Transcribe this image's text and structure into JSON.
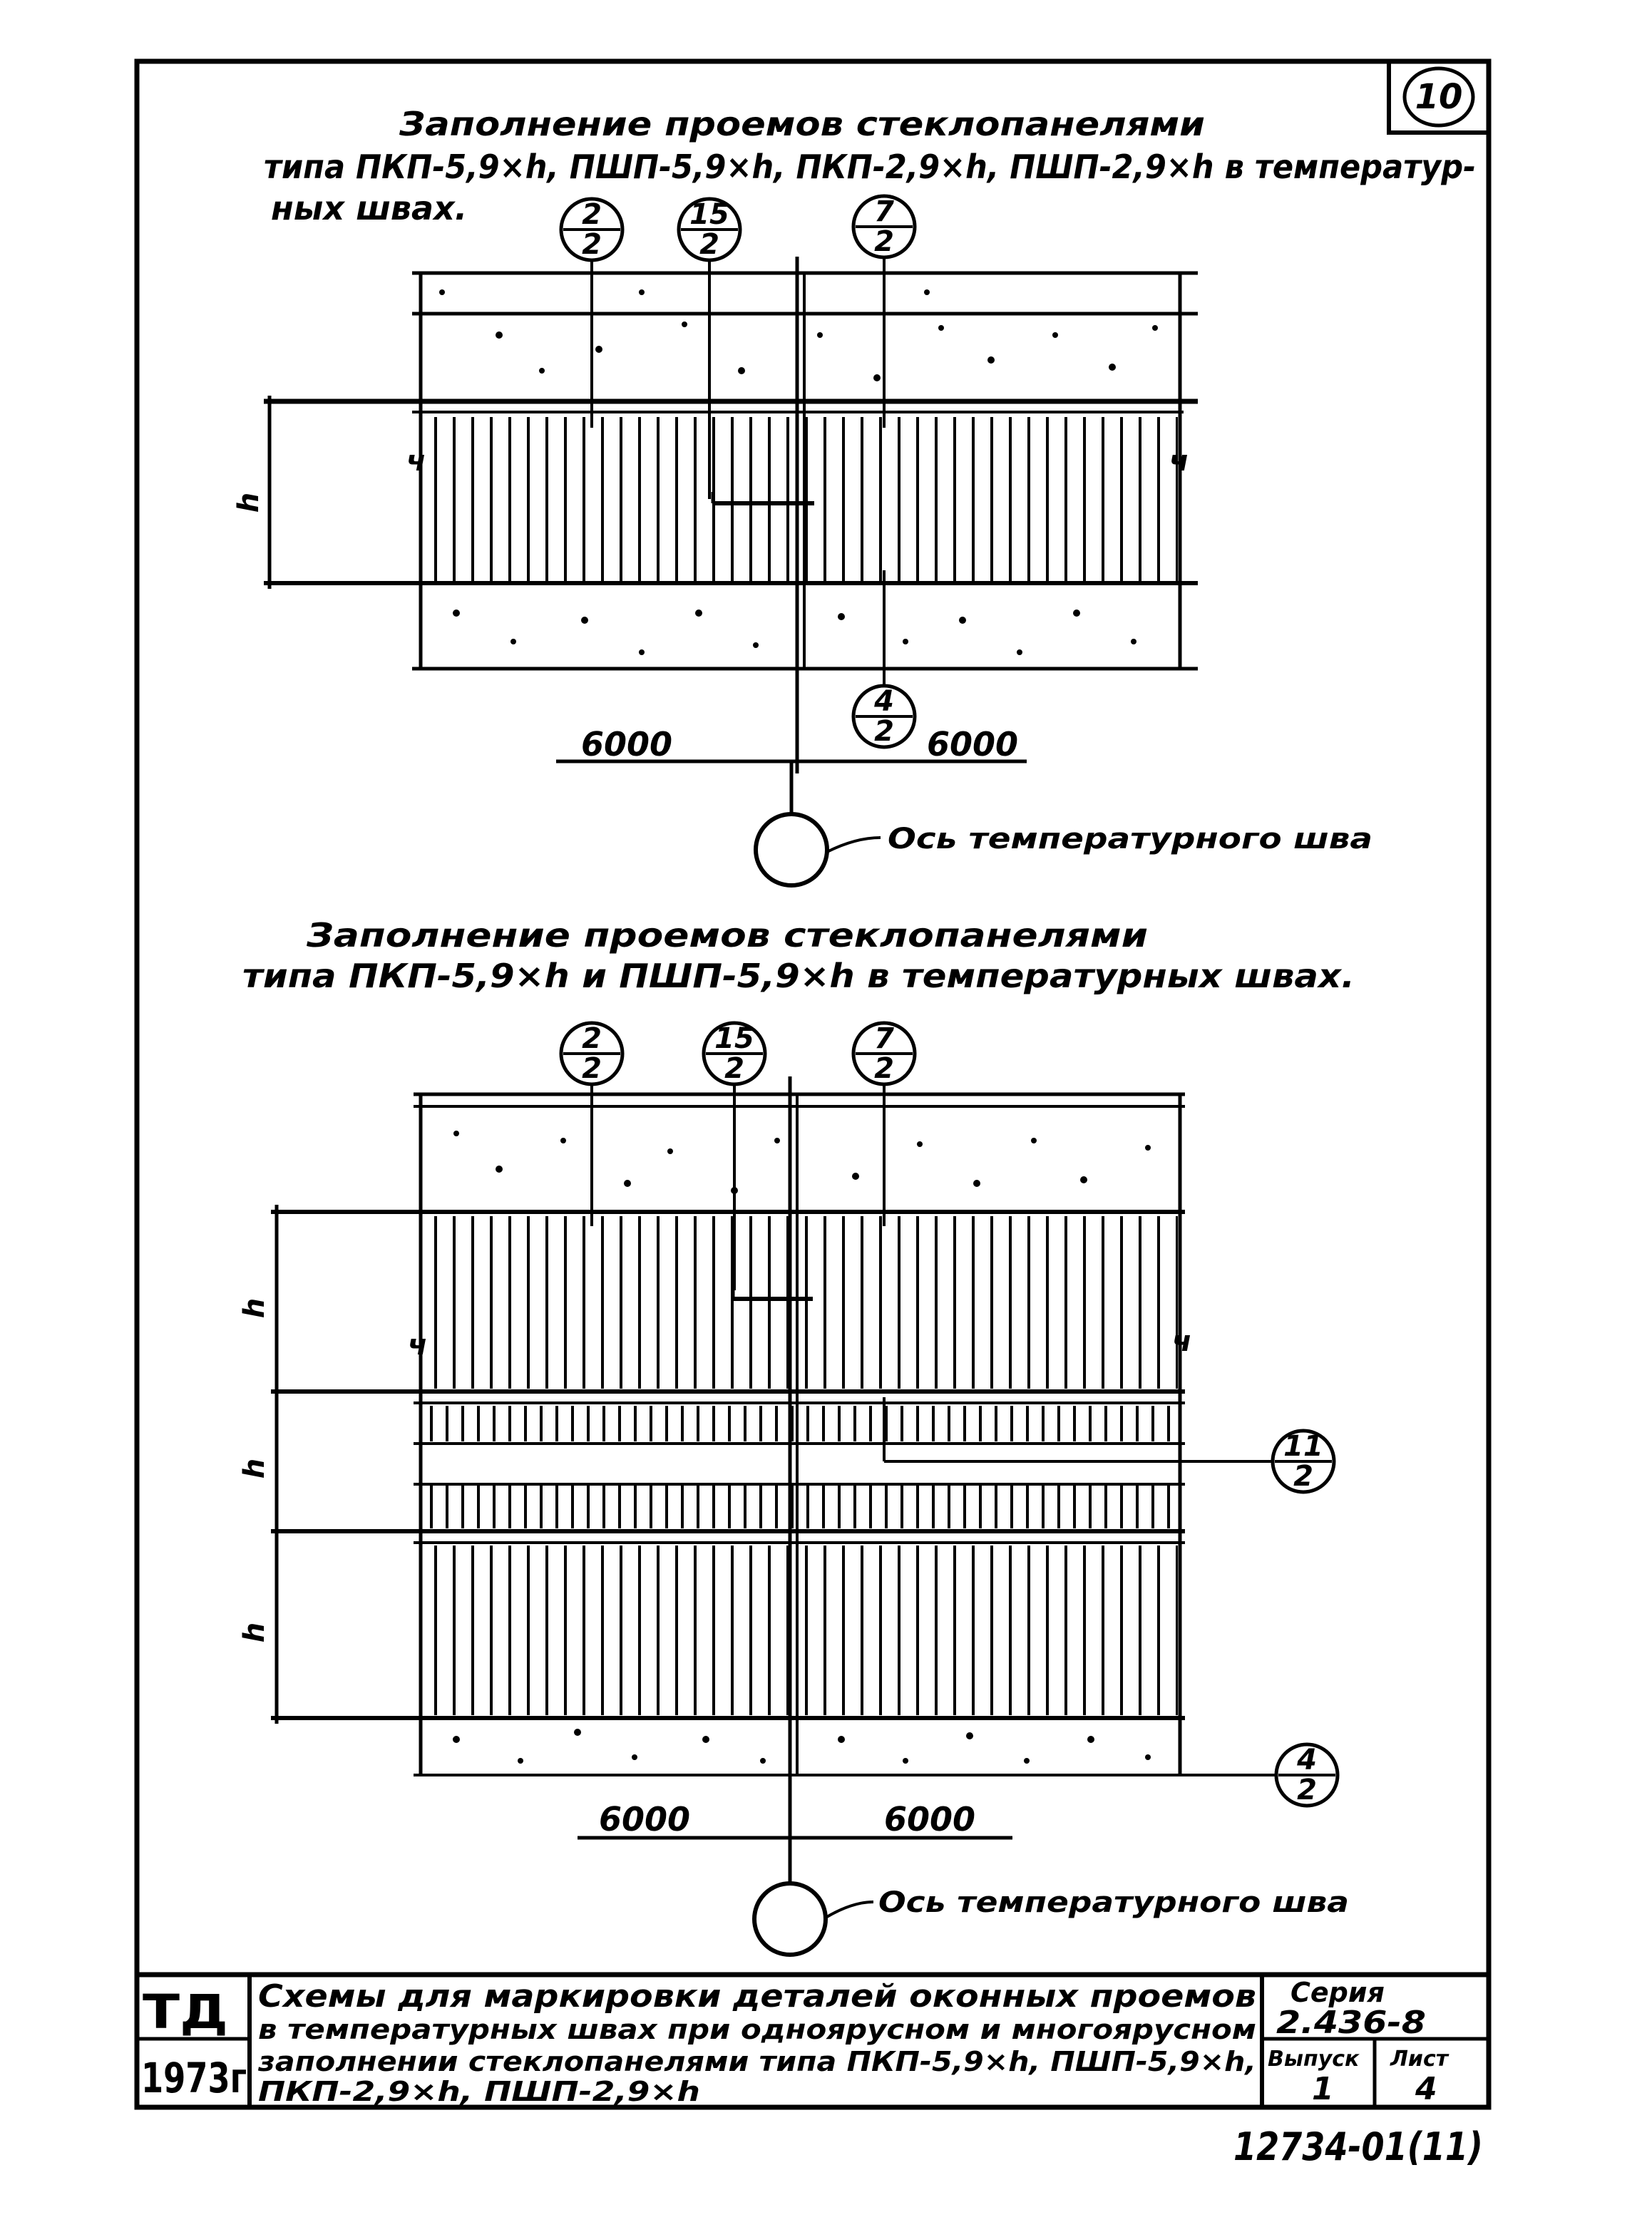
{
  "sheet_badge": "10",
  "top": {
    "title_line1": "Заполнение проемов стеклопанелями",
    "title_line2": "типа ПКП-5,9×h, ПШП-5,9×h, ПКП-2,9×h, ПШП-2,9×h в температур-",
    "title_line3": "ных швах.",
    "markers": [
      {
        "num": "2",
        "den": "2"
      },
      {
        "num": "15",
        "den": "2"
      },
      {
        "num": "7",
        "den": "2"
      },
      {
        "num": "4",
        "den": "2"
      }
    ],
    "dim_left": "6000",
    "dim_right": "6000",
    "height_label": "h",
    "axis_label": "Ось температурного шва"
  },
  "bottom": {
    "title_line1": "Заполнение проемов стеклопанелями",
    "title_line2": "типа ПКП-5,9×h и ПШП-5,9×h в температурных швах.",
    "markers": [
      {
        "num": "2",
        "den": "2"
      },
      {
        "num": "15",
        "den": "2"
      },
      {
        "num": "7",
        "den": "2"
      },
      {
        "num": "11",
        "den": "2"
      },
      {
        "num": "4",
        "den": "2"
      }
    ],
    "dim_left": "6000",
    "dim_right": "6000",
    "height_labels": [
      "h",
      "h",
      "h"
    ],
    "axis_label": "Ось температурного шва"
  },
  "title_block": {
    "org": "ТД",
    "year": "1973г",
    "desc_line1": "Схемы для маркировки деталей оконных проемов",
    "desc_line2": "в температурных швах при одноярусном и многоярусном",
    "desc_line3": "заполнении стеклопанелями типа ПКП-5,9×h, ПШП-5,9×h,",
    "desc_line4": "ПКП-2,9×h, ПШП-2,9×h",
    "series_label": "Серия",
    "series_value": "2.436-8",
    "issue_label": "Выпуск",
    "issue_value": "1",
    "sheet_label": "Лист",
    "sheet_value": "4"
  },
  "doc_number": "12734-01(11)"
}
